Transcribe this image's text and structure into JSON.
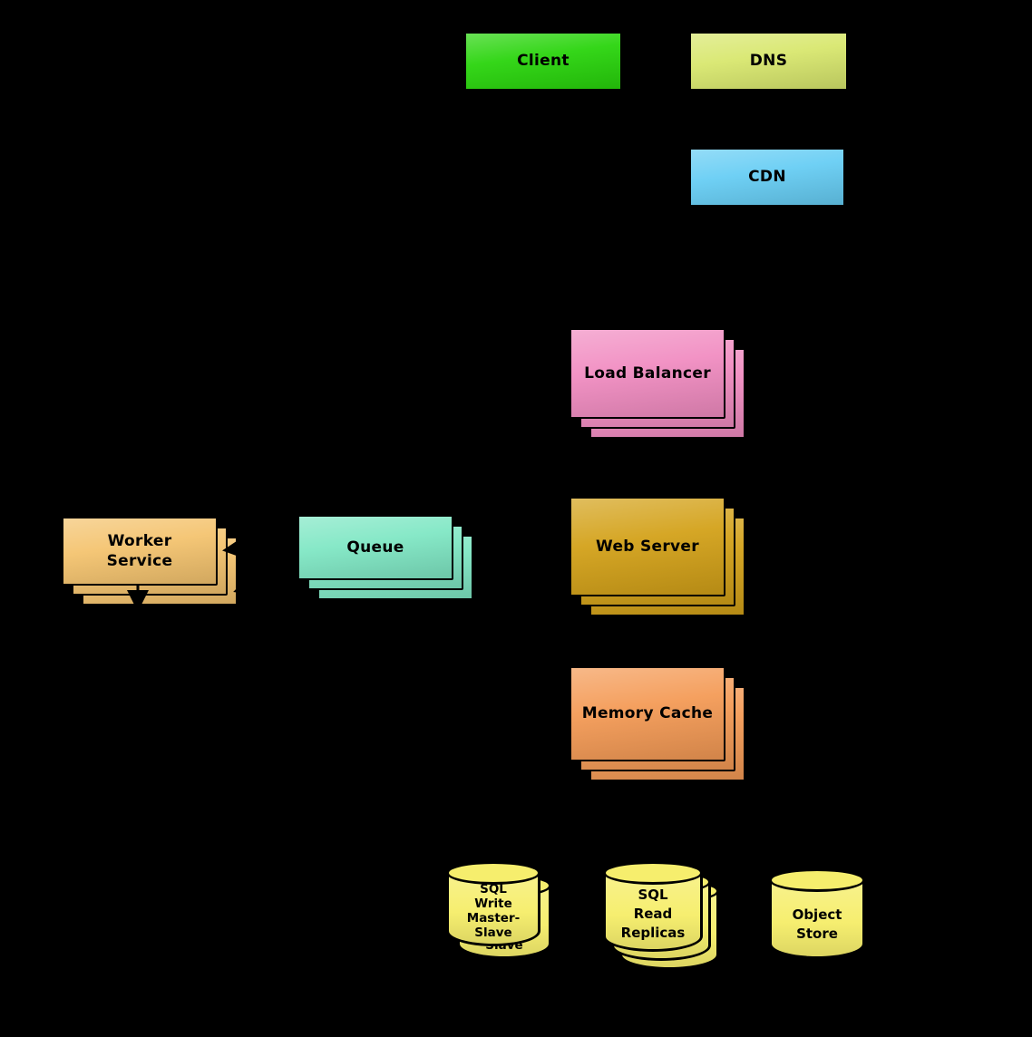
{
  "diagram": {
    "background_color": "#000000",
    "nodes": {
      "client": {
        "label": "Client",
        "color": "#28d40b",
        "shape": "box",
        "stack": 1
      },
      "dns": {
        "label": "DNS",
        "color": "#d8e76d",
        "shape": "box",
        "stack": 1
      },
      "cdn": {
        "label": "CDN",
        "color": "#66cdf4",
        "shape": "box",
        "stack": 1
      },
      "load_balancer": {
        "label": "Load Balancer",
        "color": "#f18cc1",
        "shape": "box",
        "stack": 3
      },
      "worker_service": {
        "label": "Worker\nService",
        "color": "#f4c36e",
        "shape": "box",
        "stack": 3
      },
      "queue": {
        "label": "Queue",
        "color": "#7fe7c4",
        "shape": "box",
        "stack": 3
      },
      "web_server": {
        "label": "Web Server",
        "color": "#d3a118",
        "shape": "box",
        "stack": 3
      },
      "memory_cache": {
        "label": "Memory Cache",
        "color": "#f49a55",
        "shape": "box",
        "stack": 3
      },
      "sql_write_master_slave": {
        "label": "SQL\nWrite\nMaster-\nSlave",
        "color": "#f6ee6d",
        "shape": "cylinder",
        "stack": 2
      },
      "sql_read_replicas": {
        "label": "SQL\nRead\nReplicas",
        "color": "#f6ee6d",
        "shape": "cylinder",
        "stack": 3
      },
      "object_store": {
        "label": "Object\nStore",
        "color": "#f6ee6d",
        "shape": "cylinder",
        "stack": 1
      }
    },
    "edges": [
      {
        "from": "queue",
        "to": "worker_service"
      }
    ]
  }
}
